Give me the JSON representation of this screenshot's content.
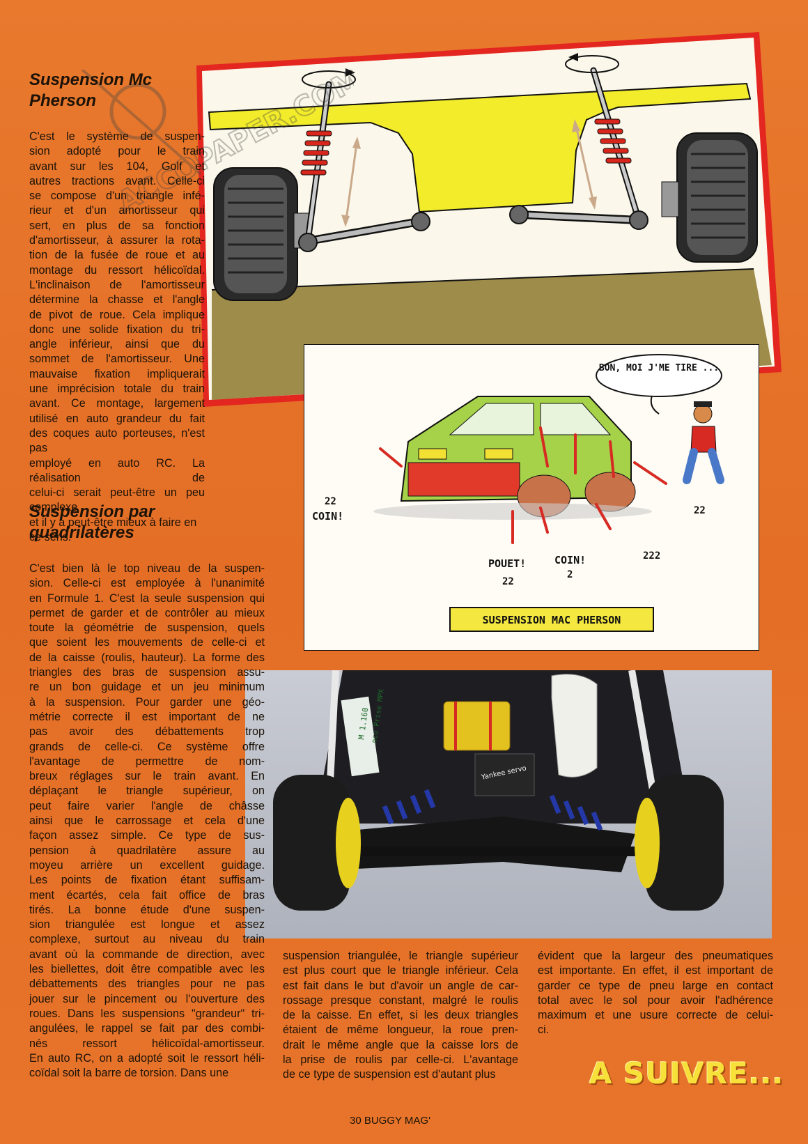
{
  "section1": {
    "title_line1": "Suspension Mc",
    "title_line2": "Pherson",
    "lines": [
      "C'est le système de suspen-",
      "sion adopté pour le train",
      "avant sur les 104, Golf et",
      "autres tractions avant. Celle-ci",
      "se compose d'un triangle infé-",
      "rieur et d'un amortisseur qui",
      "sert, en plus de sa fonction",
      "d'amortisseur, à assurer la rota-",
      "tion de la fusée de roue et au",
      "montage du ressort hélicoïdal.",
      "L'inclinaison de l'amortisseur",
      "détermine la chasse et l'angle",
      "de pivot de roue. Cela implique",
      "donc une solide fixation du tri-",
      "angle inférieur, ainsi que du",
      "sommet de l'amortisseur. Une",
      "mauvaise fixation impliquerait",
      "une imprécision totale du train",
      "avant. Ce montage, largement",
      "utilisé en auto grandeur du fait",
      "des coques auto porteuses, n'est pas",
      "employé en auto RC. La réalisation de",
      "celui-ci serait peut-être un peu complexe",
      "et il y a peut-être mieux à faire en ce sens."
    ]
  },
  "section2": {
    "title_line1": "Suspension par",
    "title_line2": "quadrilatères",
    "lines": [
      "C'est bien là le top niveau de la suspen-",
      "sion. Celle-ci est employée à l'unanimité",
      "en Formule 1. C'est la seule suspension qui",
      "permet de garder et de contrôler au mieux",
      "toute la géométrie de suspension, quels",
      "que soient les mouvements de celle-ci et",
      "de la caisse (roulis, hauteur). La forme des",
      "triangles des bras de suspension assu-",
      "re un bon guidage et un jeu minimum",
      "à la suspension. Pour garder une géo-",
      "métrie correcte il est important de ne",
      "pas avoir des débattements trop",
      "grands de celle-ci. Ce système offre",
      "l'avantage de permettre de nom-",
      "breux réglages sur le train avant. En",
      "déplaçant le triangle supérieur, on",
      "peut faire varier l'angle de châsse",
      "ainsi que le carrossage et cela d'une",
      "façon assez simple. Ce type de sus-",
      "pension à quadrilatère assure au",
      "moyeu arrière un excellent guidage.",
      "Les points de fixation étant suffisam-",
      "ment écartés, cela fait office de bras",
      "tirés. La bonne étude d'une suspen-",
      "sion triangulée est longue et assez",
      "complexe, surtout au niveau du train",
      "avant où la commande de direction, avec",
      "les biellettes, doit être compatible avec les",
      "débattements des triangles pour ne pas",
      "jouer sur le pincement ou l'ouverture des",
      "roues. Dans les suspensions \"grandeur\" tri-",
      "angulées, le rappel se fait par des combi-",
      "nés ressort hélicoïdal-amortisseur.",
      "En auto RC, on a adopté soit le ressort héli-",
      "coïdal soit la barre de torsion. Dans une"
    ]
  },
  "column2": {
    "lines": [
      "suspension triangulée, le triangle supérieur",
      "est plus court que le triangle inférieur. Cela",
      "est fait dans le but d'avoir un angle de car-",
      "rossage presque constant, malgré le roulis",
      "de la caisse. En effet, si les deux triangles",
      "étaient de même longueur, la roue pren-",
      "drait le même angle que la caisse lors de",
      "la prise de roulis par celle-ci. L'avantage",
      "de ce type de suspension est d'autant plus"
    ]
  },
  "column3": {
    "lines": [
      "évident que la largeur des pneumatiques",
      "est importante. En effet, il est important de",
      "garder ce type de pneu large en contact",
      "total avec le sol pour avoir l'adhérence",
      "maximum et une usure correcte de celui-",
      "ci."
    ]
  },
  "cartoon": {
    "speech": "BON, MOI J'ME TIRE ...",
    "caption": "SUSPENSION MAC PHERSON",
    "sounds": [
      "COIN!",
      "POUET!",
      "COIN!",
      "22",
      "22",
      "22",
      "222",
      "2"
    ]
  },
  "photo": {
    "sticker_line1": "M 1.160",
    "sticker_line2": "ncu Prise MPX",
    "servo_label": "Yankee servo"
  },
  "watermark": "ACCOPAPER.COM",
  "continued": "A SUIVRE...",
  "folio": "30 BUGGY MAG'",
  "colors": {
    "page": "#e8792d",
    "diagram_yellow": "#f2ec2a",
    "diagram_ground": "#9a8a4a",
    "frame_red": "#e3261f",
    "title_yellow": "#f7e03a"
  }
}
